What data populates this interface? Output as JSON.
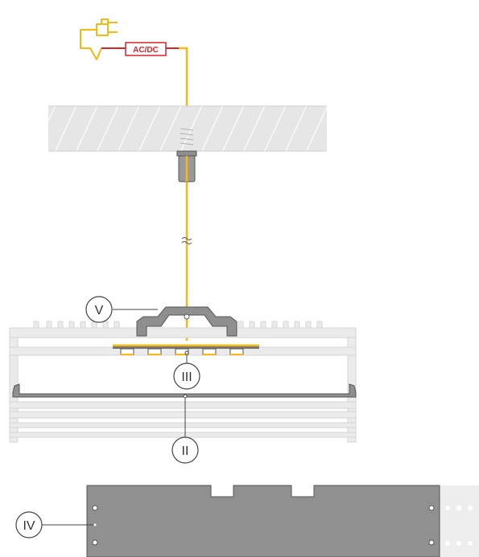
{
  "driver": {
    "label": "AC/DC"
  },
  "callouts": {
    "v": "V",
    "iii": "III",
    "ii": "II",
    "iv": "IV"
  },
  "colors": {
    "cable": "#f6b913",
    "driver_red": "#d8232a",
    "ceiling_fill": "#e6e6e6",
    "hatch": "#ffffff",
    "profile": "#e9e9e9",
    "clip": "#8f8f8f",
    "plate": "#909090",
    "dark_line": "#555555",
    "callout_line": "#444444"
  },
  "icons": {
    "plug": "power-plug-icon",
    "driver": "ac-dc-driver-icon",
    "cable_break": "cable-break-icon",
    "anchor": "ceiling-anchor-icon"
  }
}
